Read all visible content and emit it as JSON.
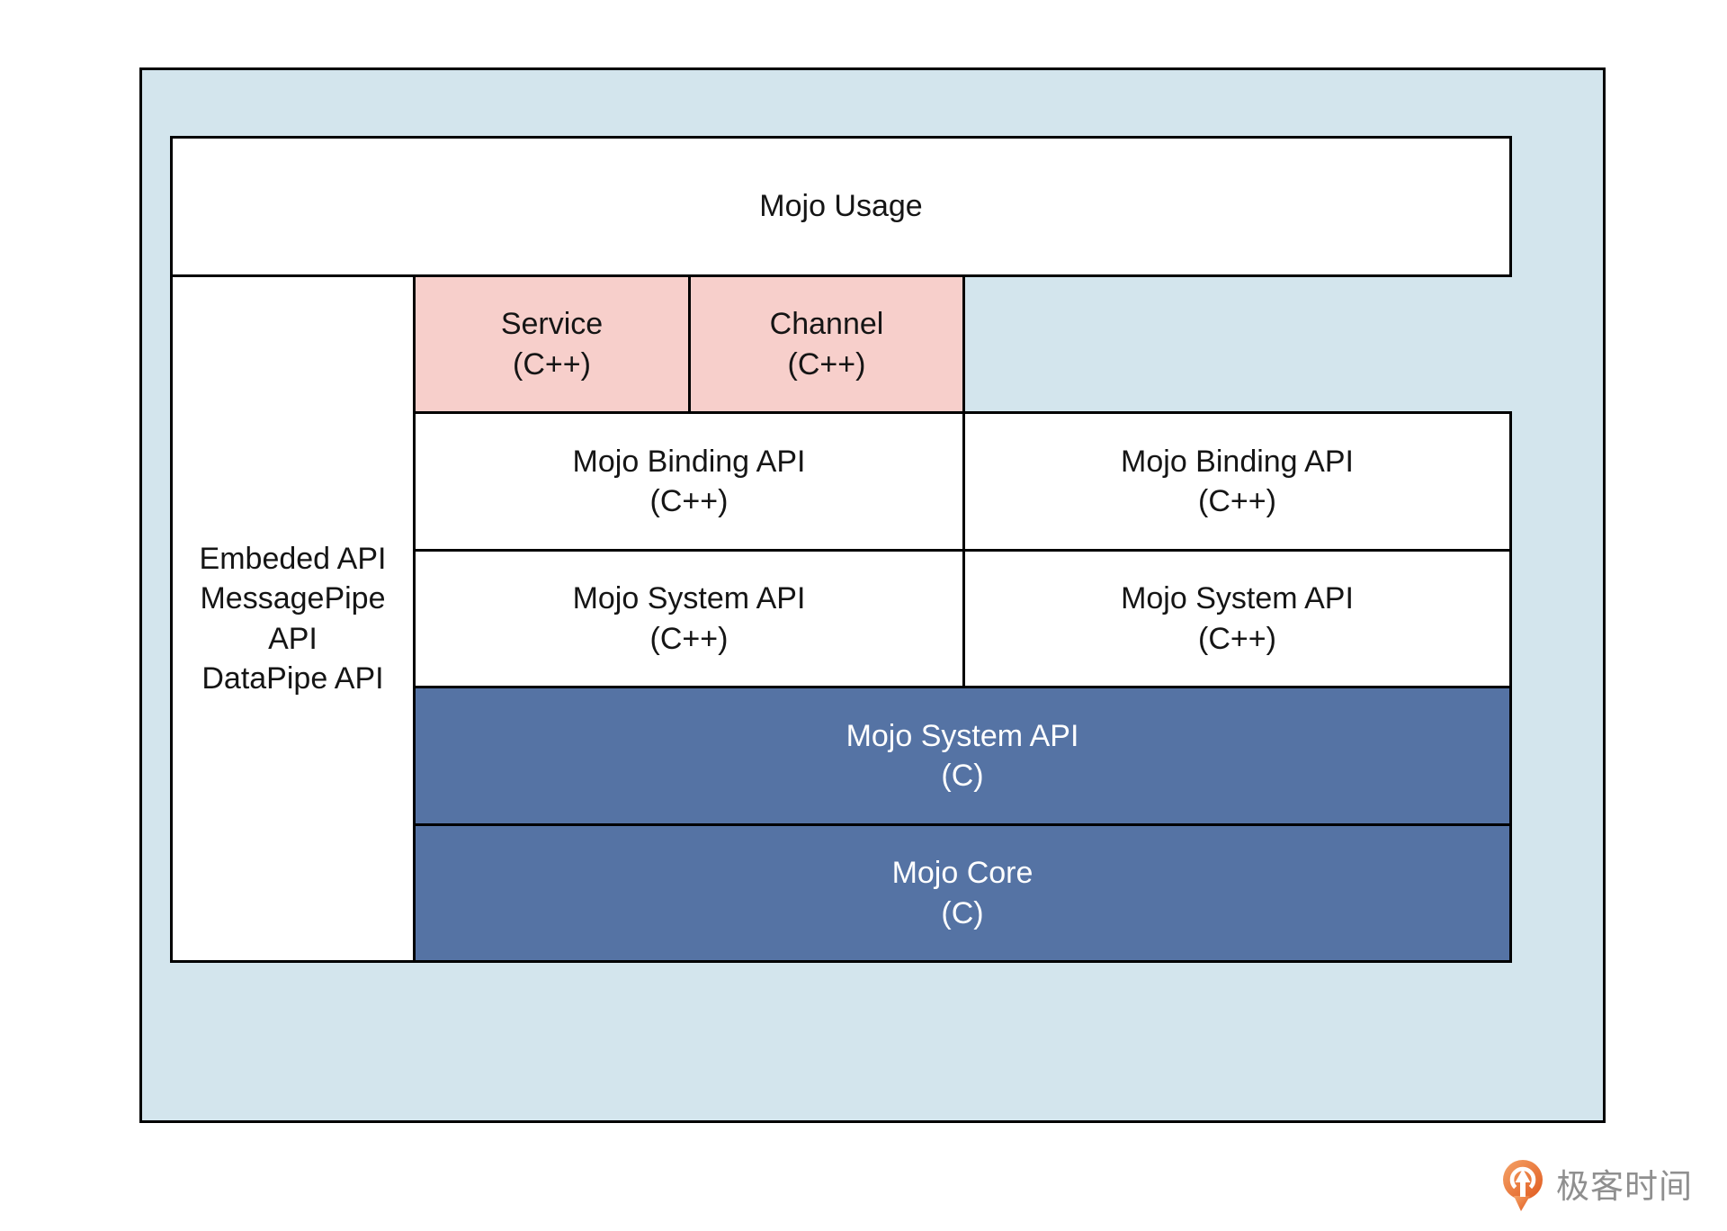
{
  "diagram": {
    "usage_label": "Mojo Usage",
    "left_column_label": "Embeded API\nMessagePipe\nAPI\nDataPipe API",
    "service_label": "Service\n(C++)",
    "channel_label": "Channel\n(C++)",
    "binding_left_label": "Mojo Binding API\n(C++)",
    "binding_right_label": "Mojo Binding API\n(C++)",
    "system_cpp_left_label": "Mojo System API\n(C++)",
    "system_cpp_right_label": "Mojo System API\n(C++)",
    "system_c_label": "Mojo System API\n(C)",
    "mojo_core_label": "Mojo Core\n(C)"
  },
  "colors": {
    "page_background": "#ffffff",
    "container_background": "#d3e5ed",
    "pink_box": "#f7cfcb",
    "dark_blue_box": "#5573a4",
    "white_box": "#ffffff",
    "border": "#000000",
    "text_dark": "#151515",
    "text_light": "#ffffff",
    "logo_orange_start": "#f5a368",
    "logo_orange_end": "#e05a1e",
    "logo_text_gray": "#8f8f8f"
  },
  "branding": {
    "logo_text": "极客时间",
    "logo_icon": "geektime-pin-icon"
  }
}
